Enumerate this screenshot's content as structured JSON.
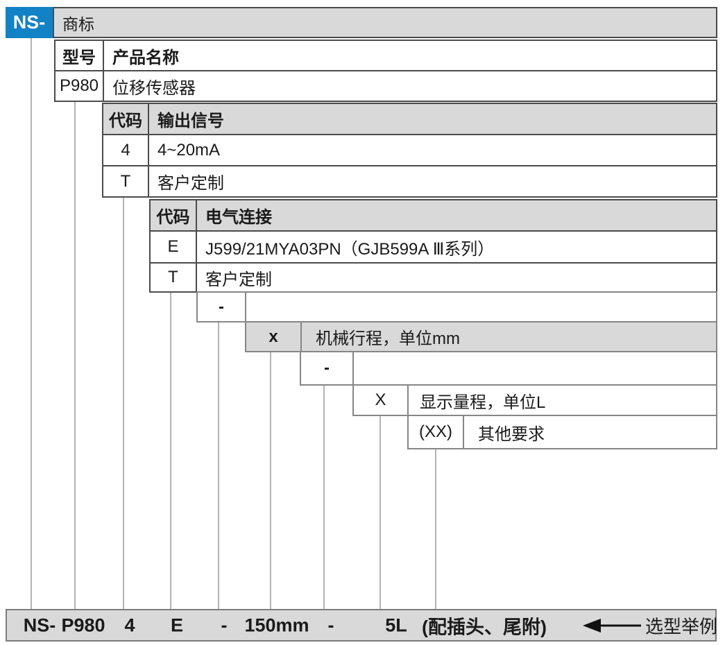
{
  "diagram": {
    "brand_prefix": "NS-",
    "trademark_label": "商标"
  },
  "model_table": {
    "col_headers": [
      "型号",
      "产品名称"
    ],
    "rows": [
      {
        "code": "P980",
        "desc": "位移传感器"
      }
    ]
  },
  "output_signal_table": {
    "col_headers": [
      "代码",
      "输出信号"
    ],
    "rows": [
      {
        "code": "4",
        "desc": "4~20mA"
      },
      {
        "code": "T",
        "desc": "客户定制"
      }
    ]
  },
  "electrical_table": {
    "col_headers": [
      "代码",
      "电气连接"
    ],
    "rows": [
      {
        "code": "E",
        "desc": "J599/21MYA03PN（GJB599A Ⅲ系列）"
      },
      {
        "code": "T",
        "desc": "客户定制"
      }
    ]
  },
  "dash_separator_1": "-",
  "stroke_row": {
    "code": "x",
    "desc": "机械行程，单位mm"
  },
  "dash_separator_2": "-",
  "display_range_row": {
    "code": "X",
    "desc": "显示量程，单位L"
  },
  "other_req_row": {
    "code": "(XX)",
    "desc": "其他要求"
  },
  "example_row": {
    "items": [
      "NS-",
      "P980",
      "4",
      "E",
      "-",
      "150mm",
      "-",
      "5L",
      "(配插头、尾附)"
    ],
    "caption": "选型举例"
  },
  "colors": {
    "accent_blue": "#1182c5",
    "header_gray": "#d9d9d9",
    "connector_gray": "#b3b3b3"
  }
}
